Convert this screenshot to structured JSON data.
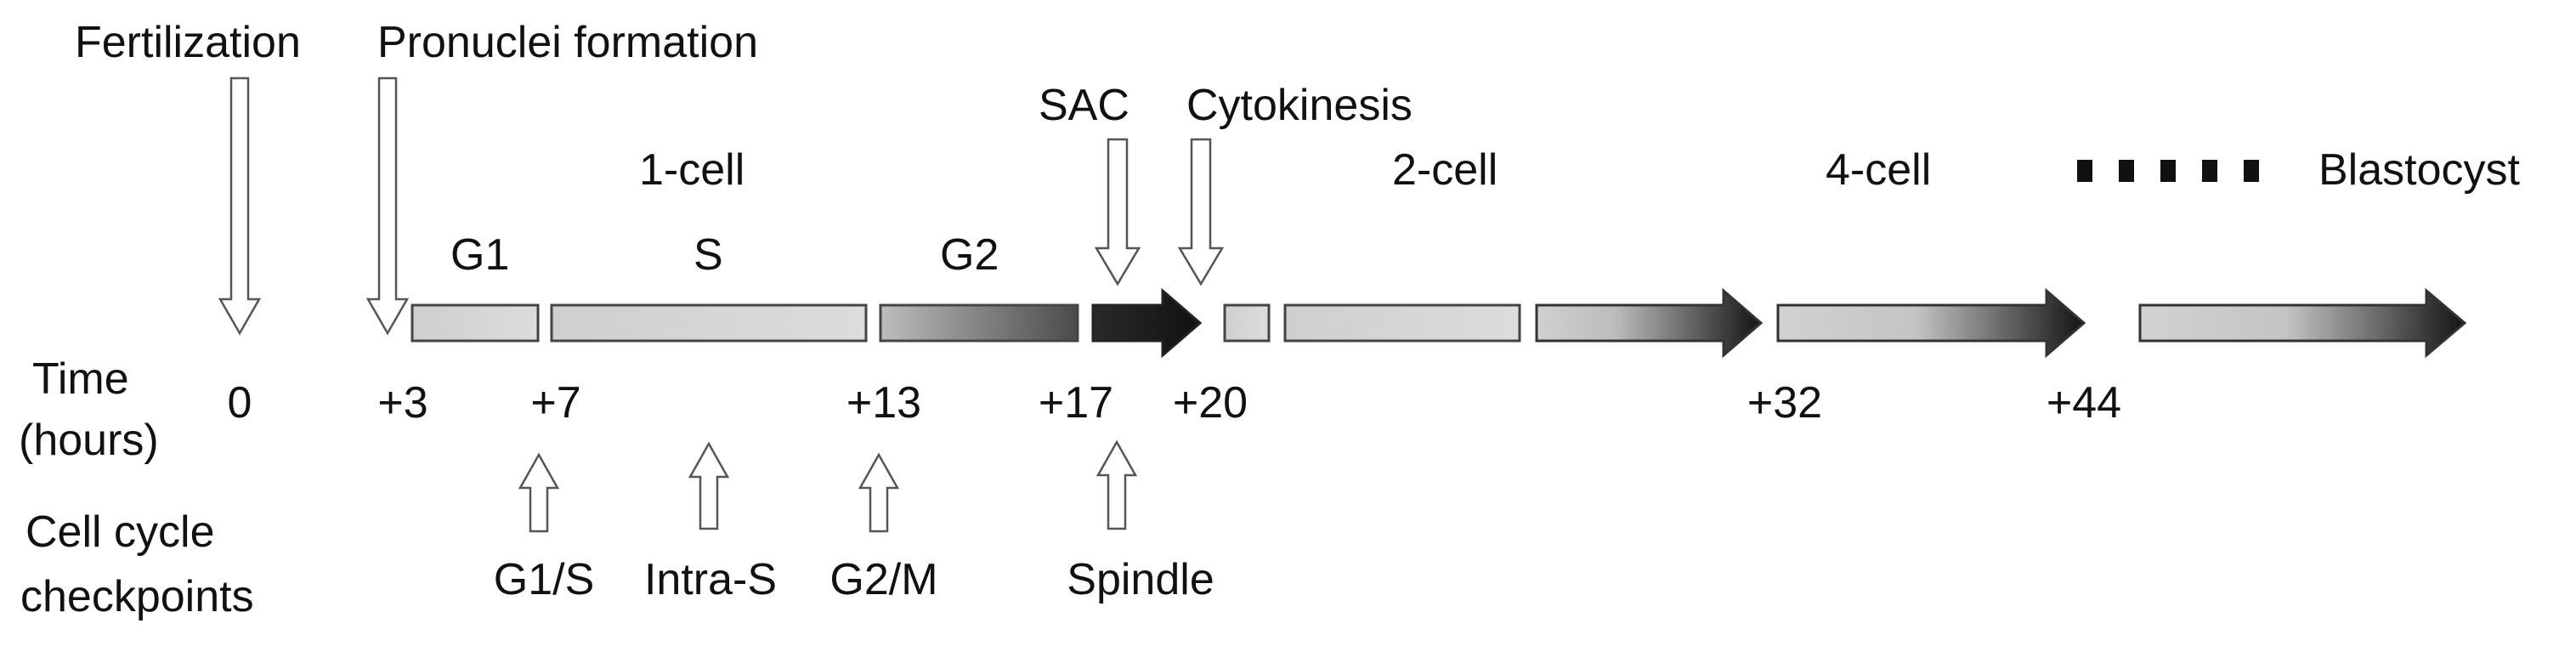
{
  "events_top": {
    "fertilization": "Fertilization",
    "pronuclei": "Pronuclei formation",
    "sac": "SAC",
    "cytokinesis": "Cytokinesis"
  },
  "stages": {
    "one_cell": "1-cell",
    "two_cell": "2-cell",
    "four_cell": "4-cell",
    "blastocyst": "Blastocyst"
  },
  "phases": {
    "g1": "G1",
    "s": "S",
    "g2": "G2"
  },
  "time": {
    "label_line1": "Time",
    "label_line2": "(hours)",
    "ticks": [
      "0",
      "+3",
      "+7",
      "+13",
      "+17",
      "+20",
      "+32",
      "+44"
    ]
  },
  "checkpoints": {
    "label_line1": "Cell cycle",
    "label_line2": "checkpoints",
    "items": [
      "G1/S",
      "Intra-S",
      "G2/M",
      "Spindle"
    ]
  },
  "colors": {
    "bar_light": "#d2d2d2",
    "bar_dark": "#1e1e1e",
    "outline": "#444444"
  },
  "icons": [
    "arrow-down-icon",
    "arrow-up-icon",
    "ellipsis-dots-icon"
  ]
}
